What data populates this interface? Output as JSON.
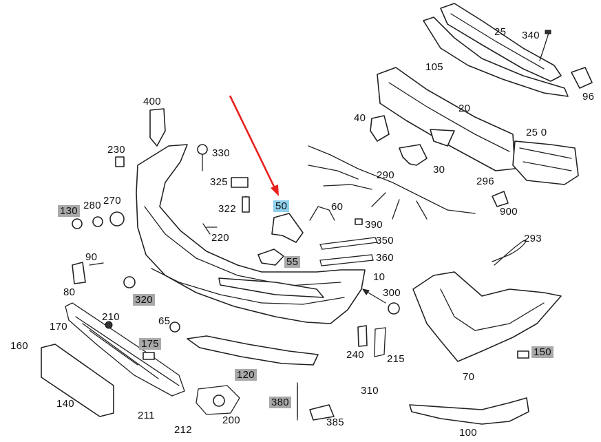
{
  "diagram": {
    "accent_colors": {
      "highlight_blue": "#8fd0ee",
      "grey_tag": "#a9a9a9",
      "arrow_red": "#e8201c"
    },
    "labels": {
      "l25": "25",
      "l340": "340",
      "l105": "105",
      "l96": "96",
      "l20": "20",
      "l40": "40",
      "l250": "25 0",
      "l30": "30",
      "l400": "400",
      "l230": "230",
      "l330": "330",
      "l325": "325",
      "l296": "296",
      "l290": "290",
      "l900": "900",
      "l322": "322",
      "l50": "50",
      "l60": "60",
      "l390": "390",
      "l280": "280",
      "l270": "270",
      "l130": "130",
      "l220": "220",
      "l350": "350",
      "l293": "293",
      "l55": "55",
      "l360": "360",
      "l90": "90",
      "l10": "10",
      "l80": "80",
      "l320": "320",
      "l300": "300",
      "l210": "210",
      "l65": "65",
      "l170": "170",
      "l175": "175",
      "l240": "240",
      "l215": "215",
      "l150": "150",
      "l160": "160",
      "l120": "120",
      "l70": "70",
      "l310": "310",
      "l140": "140",
      "l211": "211",
      "l380": "380",
      "l212": "212",
      "l200": "200",
      "l385": "385",
      "l100": "100"
    }
  }
}
